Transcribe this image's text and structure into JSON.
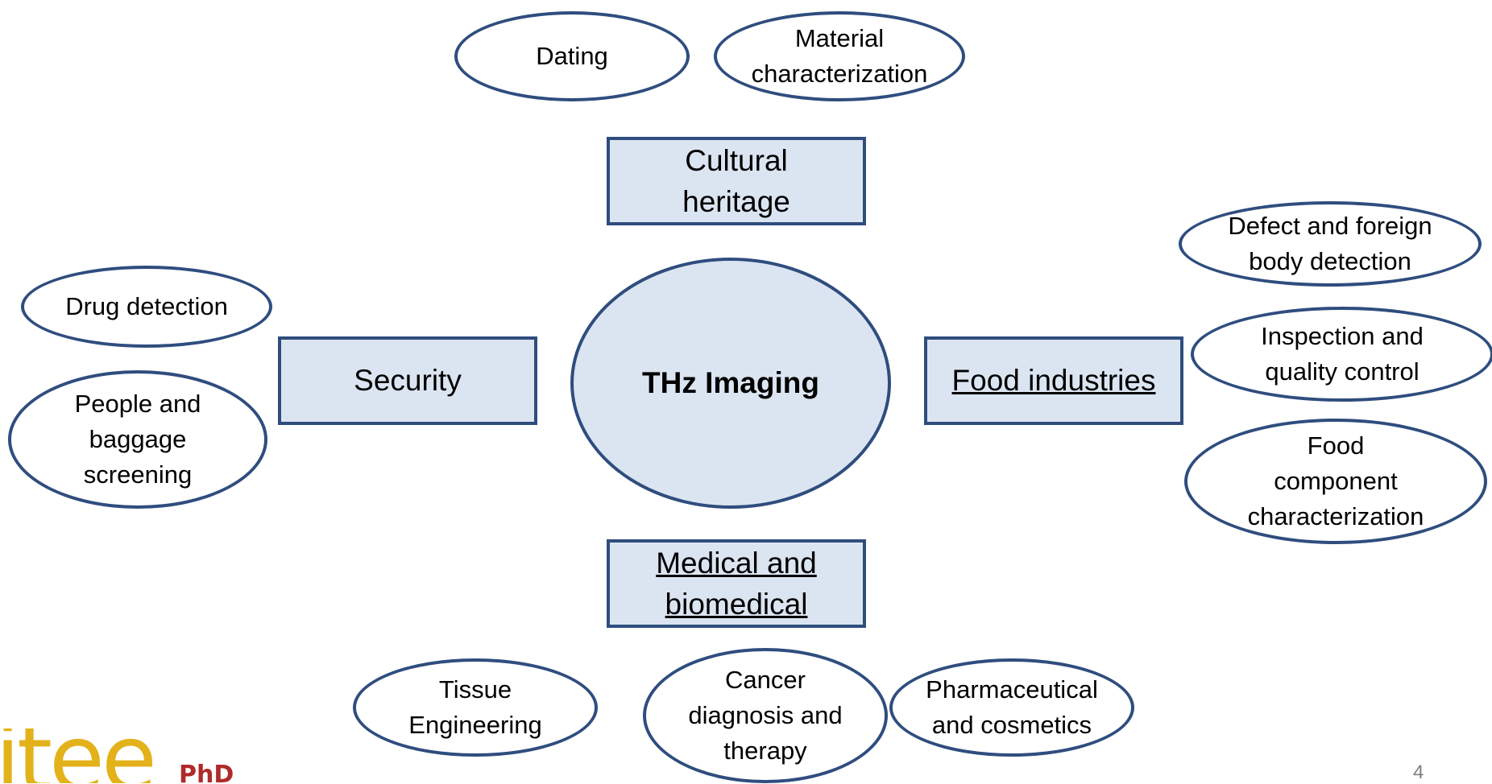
{
  "diagram": {
    "center": "THz Imaging",
    "categories": {
      "cultural": "Cultural\nheritage",
      "security": "Security",
      "food": "Food industries",
      "medical": "Medical and\nbiomedical"
    },
    "cultural_items": [
      "Dating",
      "Material\ncharacterization"
    ],
    "security_items": [
      "Drug detection",
      "People and\nbaggage\nscreening"
    ],
    "food_items": [
      "Defect and foreign\nbody detection",
      "Inspection and\nquality control",
      "Food\ncomponent\ncharacterization"
    ],
    "medical_items": [
      "Tissue\nEngineering",
      "Cancer\ndiagnosis and\ntherapy",
      "Pharmaceutical\nand cosmetics"
    ]
  },
  "footer": {
    "logo_main": "itee",
    "logo_sub": "PhD",
    "page_number": "4"
  },
  "colors": {
    "border": "#2f4d7e",
    "box_fill": "#dbe5f1",
    "logo_yellow": "#e3b21a",
    "logo_red": "#b02a2a"
  }
}
